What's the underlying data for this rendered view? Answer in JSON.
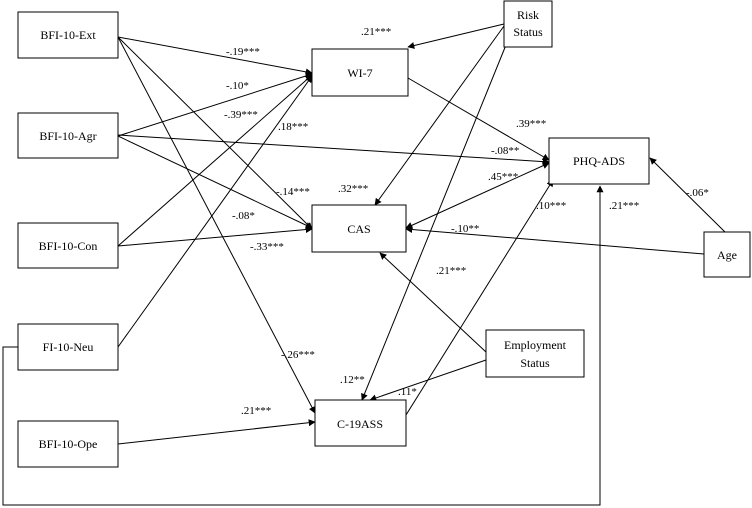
{
  "nodes": {
    "bfi_ext": "BFI-10-Ext",
    "bfi_agr": "BFI-10-Agr",
    "bfi_con": "BFI-10-Con",
    "fi_neu": "FI-10-Neu",
    "bfi_ope": "BFI-10-Ope",
    "wi7": "WI-7",
    "cas": "CAS",
    "c19ass": "C-19ASS",
    "phq": "PHQ-ADS",
    "risk": [
      "Risk",
      "Status"
    ],
    "age": "Age",
    "employment": [
      "Employment",
      "Status"
    ]
  },
  "coefficients": {
    "risk_wi7": ".21***",
    "ext_wi7": "-.19***",
    "agr_wi7": "-.10*",
    "con_wi7": "-.39***",
    "neu_wi7": ".18***",
    "wi7_phq": ".39***",
    "agr_phq": "-.08**",
    "cas_phq": ".45***",
    "c19_phq": ".10***",
    "neu_phq": ".21***",
    "age_phq": "-.06*",
    "risk_cas": ".32***",
    "ext_cas": "-.14***",
    "agr_cas": "-.08*",
    "con_cas": "-.33***",
    "age_cas": "-.10**",
    "emp_cas": ".21***",
    "ext_c19": "-.26***",
    "risk_c19": ".12**",
    "emp_c19": ".11*",
    "ope_c19": ".21***"
  }
}
